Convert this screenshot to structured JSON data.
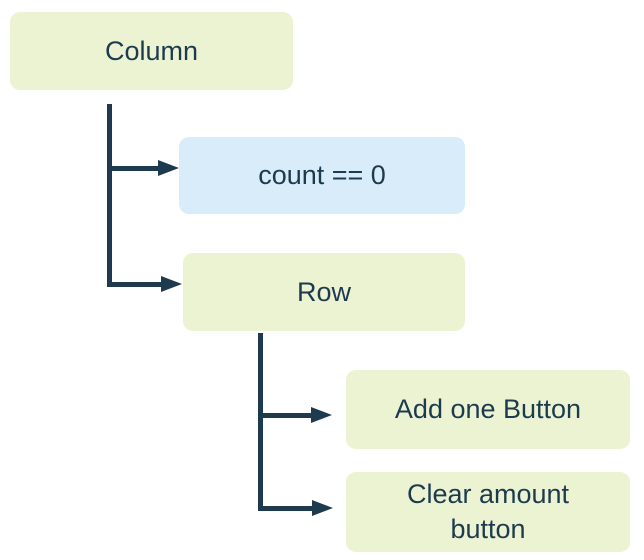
{
  "diagram": {
    "type": "widget-tree",
    "background_color": "#ffffff",
    "ink_color": "#1e3a4f",
    "widget_node_color": "#ecf3d2",
    "condition_node_color": "#d9ecfa",
    "nodes": [
      {
        "id": "column",
        "label": "Column",
        "kind": "widget"
      },
      {
        "id": "count-condition",
        "label": "count == 0",
        "kind": "condition"
      },
      {
        "id": "row",
        "label": "Row",
        "kind": "widget"
      },
      {
        "id": "add-one-button",
        "label": "Add one Button",
        "kind": "widget"
      },
      {
        "id": "clear-amount-button",
        "label": "Clear amount\nbutton",
        "kind": "widget"
      }
    ],
    "edges": [
      {
        "from": "column",
        "to": "count-condition"
      },
      {
        "from": "column",
        "to": "row"
      },
      {
        "from": "row",
        "to": "add-one-button"
      },
      {
        "from": "row",
        "to": "clear-amount-button"
      }
    ]
  }
}
